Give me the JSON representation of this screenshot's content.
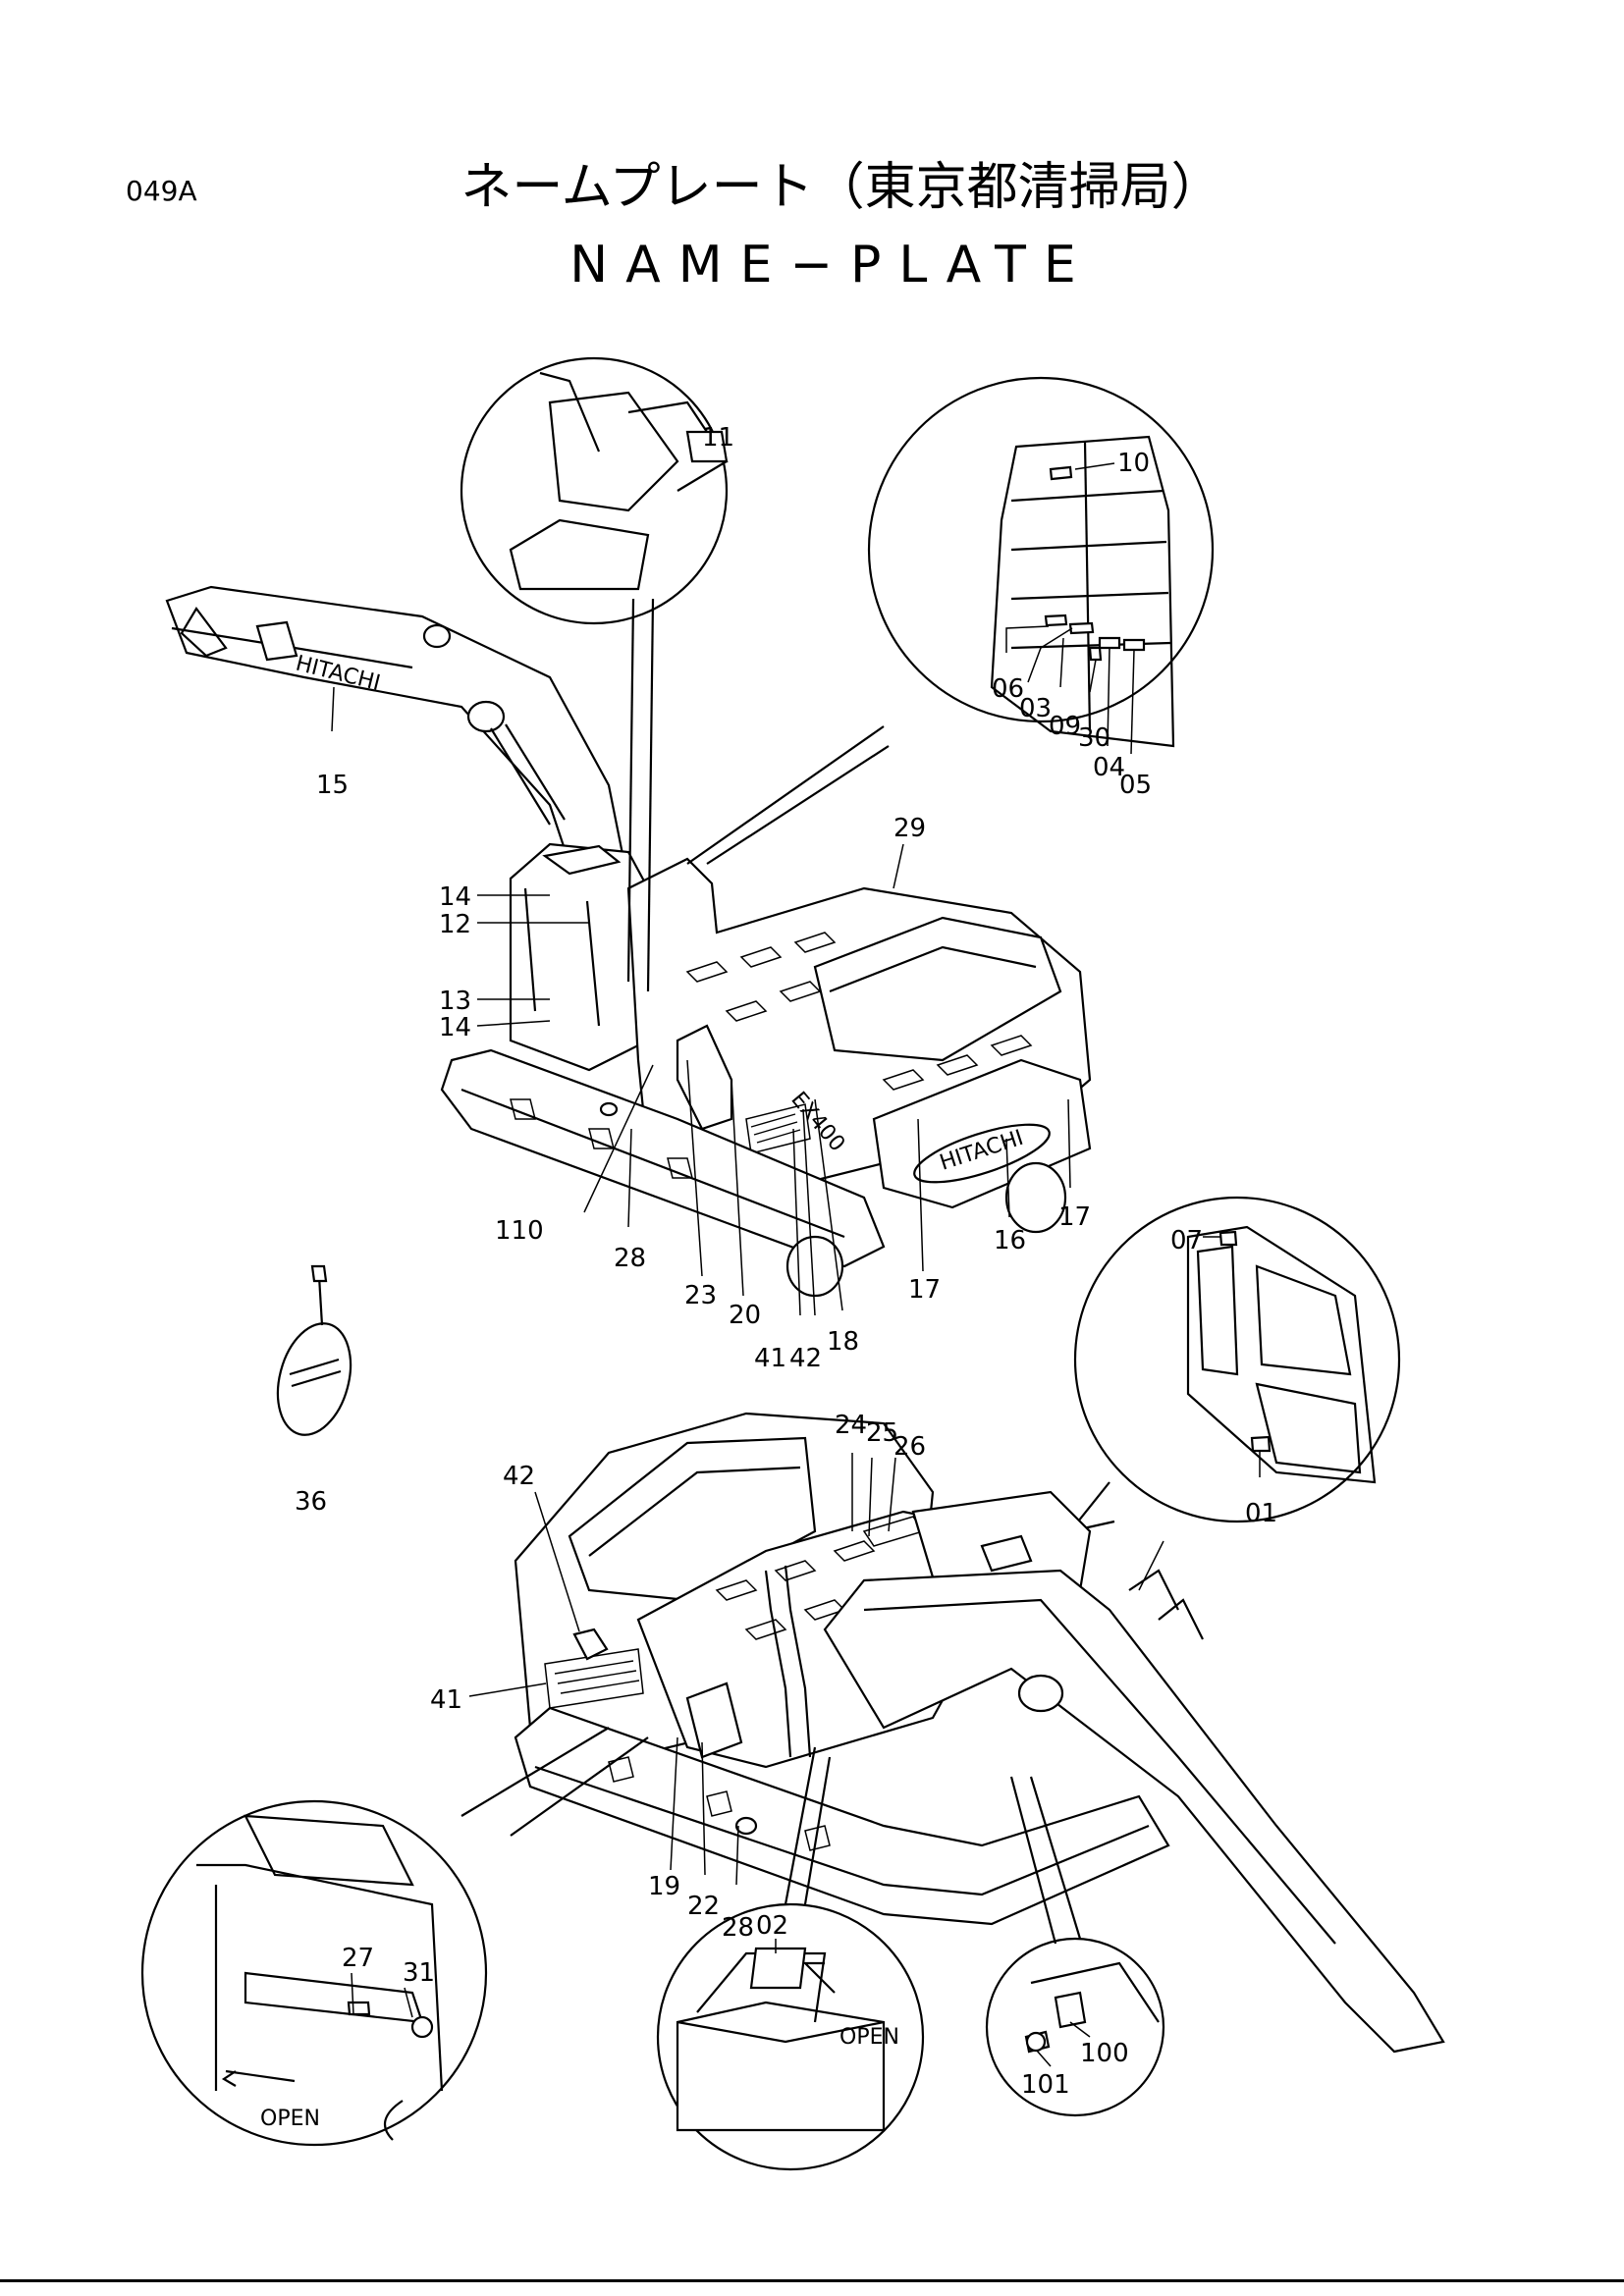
{
  "header": {
    "code": "049A",
    "title_jp": "ネームプレート（東京都清掃局）",
    "title_en": "NAME−PLATE"
  },
  "stickers": {
    "boom_brand": "HITACHI",
    "counterweight_brand": "HITACHI",
    "model": "EX400"
  },
  "callouts": {
    "c01": "01",
    "c02": "02",
    "c03": "03",
    "c04": "04",
    "c05": "05",
    "c06": "06",
    "c07": "07",
    "c09": "09",
    "c10": "10",
    "c11": "11",
    "c12": "12",
    "c13": "13",
    "c14a": "14",
    "c14b": "14",
    "c15": "15",
    "c16": "16",
    "c17a": "17",
    "c17b": "17",
    "c18": "18",
    "c19": "19",
    "c20": "20",
    "c22": "22",
    "c23": "23",
    "c24": "24",
    "c25": "25",
    "c26": "26",
    "c27": "27",
    "c28a": "28",
    "c28b": "28",
    "c29": "29",
    "c30": "30",
    "c31": "31",
    "c36": "36",
    "c41a": "41",
    "c41b": "41",
    "c42a": "42",
    "c42b": "42",
    "c100": "100",
    "c101": "101",
    "c110": "110"
  },
  "annotations": {
    "open_left": "OPEN",
    "open_center": "OPEN"
  }
}
